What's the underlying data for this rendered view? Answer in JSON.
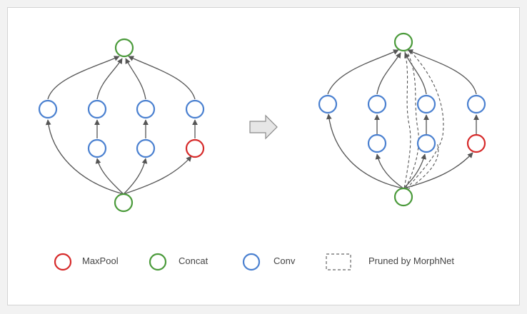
{
  "colors": {
    "maxpool": "#d62a2a",
    "concat": "#4a9a3a",
    "conv": "#4a80d0",
    "edge": "#555555",
    "pruned": "#555555",
    "arrow_fill": "#e6e6e6",
    "arrow_stroke": "#8a8a8a"
  },
  "legend": {
    "maxpool_label": "MaxPool",
    "concat_label": "Concat",
    "conv_label": "Conv",
    "pruned_label": "Pruned by MorphNet"
  }
}
